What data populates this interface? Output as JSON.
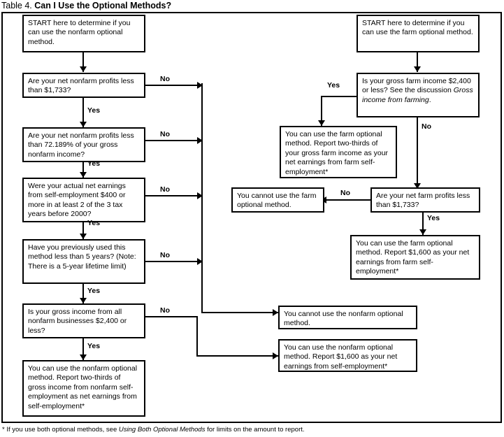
{
  "title": {
    "prefix": "Table 4.",
    "main": "Can I Use the Optional Methods?"
  },
  "footnote": {
    "pre": "* If you use both optional methods, see ",
    "italic": "Using Both Optional Methods",
    "post": " for limits on the amount to report."
  },
  "edge_labels": {
    "no": "No",
    "yes": "Yes"
  },
  "nonfarm": {
    "start": "START here to determine if you can use the nonfarm optional method.",
    "q1": "Are your net nonfarm profits less than $1,733?",
    "q2": "Are your net nonfarm profits less than 72.189% of your gross nonfarm income?",
    "q3": "Were your actual net earnings from self-employment $400 or more in at least 2 of the 3 tax years before 2000?",
    "q4": "Have you previously used this method less than 5 years? (Note: There is a 5-year lifetime limit)",
    "q5": "Is your gross income from all nonfarm businesses $2,400 or less?",
    "result_yes": "You can use the nonfarm optional method. Report two-thirds of gross income from nonfarm self-employment as net earnings from self-employment*",
    "result_no": "You cannot use the nonfarm optional  method.",
    "result_1600": "You can use the nonfarm optional method. Report $1,600 as your net earnings from self-employment*"
  },
  "farm": {
    "start": "START here to determine if you can use the farm optional method.",
    "q1_pre": "Is your gross farm income $2,400 or less? See the discussion ",
    "q1_italic": "Gross income from farming",
    "q1_post": ".",
    "result_yes": "You can use the farm optional method. Report two-thirds of your gross farm income as your net earnings from farm self-employment*",
    "q2": "Are your net farm profits less than $1,733?",
    "result_no": "You cannot use the farm optional method.",
    "result_1600": "You can use the farm optional method. Report $1,600 as your net earnings from farm self-employment*"
  }
}
